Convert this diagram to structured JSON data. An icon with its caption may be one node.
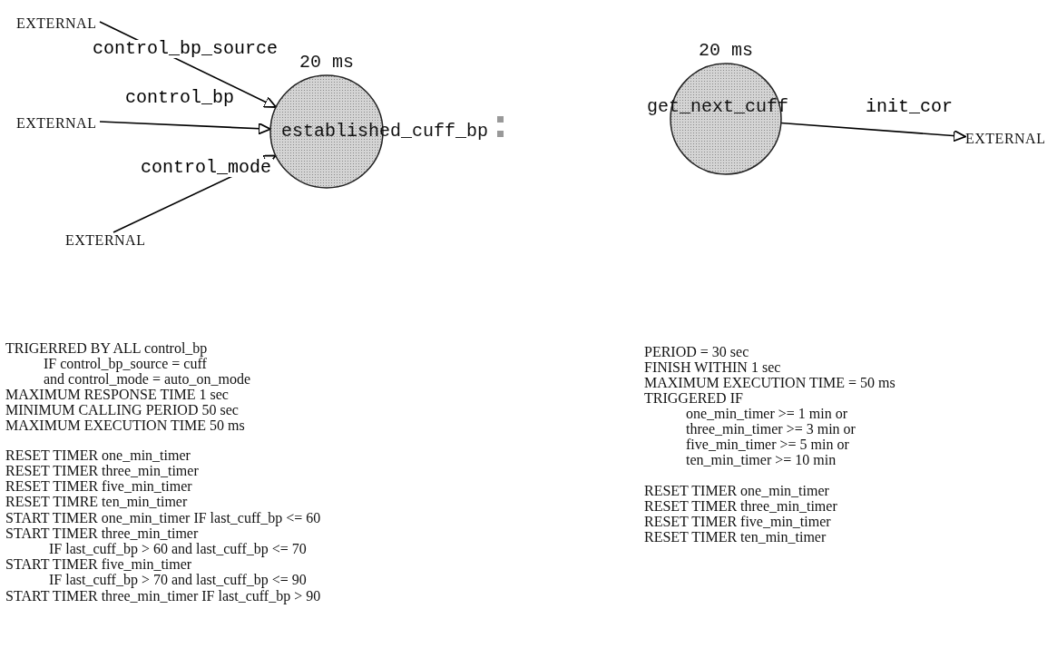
{
  "diagram": {
    "nodes": [
      {
        "text": [
          "EXTERNAL"
        ]
      },
      {
        "text": [
          "EXTERNAL"
        ]
      },
      {
        "text": [
          "EXTERNAL"
        ]
      },
      {
        "text": [
          "established_cuff_bp"
        ],
        "beside": [
          "20 ms"
        ]
      },
      {
        "text": [
          "get_next_cuff"
        ],
        "beside": [
          "20 ms"
        ]
      },
      {
        "text": [
          "EXTERNAL"
        ]
      }
    ],
    "edges": [
      {
        "from": 0,
        "to": 3,
        "arrow": "to",
        "label": "control_bp_source"
      },
      {
        "from": 1,
        "to": 3,
        "arrow": "to",
        "label": "control_bp"
      },
      {
        "from": 2,
        "to": 3,
        "arrow": "to",
        "label": "control_mode"
      },
      {
        "from": 4,
        "to": 5,
        "arrow": "to",
        "label": "init_cor"
      }
    ],
    "labels": [
      "TRIGERRED BY ALL control_bp",
      "IF control_bp_source = cuff",
      "and control_mode = auto_on_mode",
      "MAXIMUM RESPONSE TIME 1 sec",
      "MINIMUM CALLING PERIOD 50 sec",
      "MAXIMUM EXECUTION TIME 50 ms",
      "RESET TIMER one_min_timer",
      "RESET TIMER three_min_timer",
      "RESET TIMER five_min_timer",
      "RESET TIMRE ten_min_timer",
      "START TIMER one_min_timer IF last_cuff_bp <= 60",
      "START TIMER three_min_timer",
      "IF last_cuff_bp > 60 and last_cuff_bp <= 70",
      "START TIMER five_min_timer",
      "IF last_cuff_bp > 70 and last_cuff_bp <= 90",
      "START TIMER three_min_timer IF last_cuff_bp > 90",
      "PERIOD = 30 sec",
      "FINISH WITHIN 1 sec",
      "MAXIMUM EXECUTION TIME = 50 ms",
      "TRIGGERED IF",
      "one_min_timer >= 1 min or",
      "three_min_timer >= 3 min or",
      "five_min_timer >= 5 min or",
      "ten_min_timer >= 10 min",
      "RESET TIMER one_min_timer",
      "RESET TIMER three_min_timer",
      "RESET TIMER five_min_timer",
      "RESET TIMER ten_min_timer"
    ]
  }
}
